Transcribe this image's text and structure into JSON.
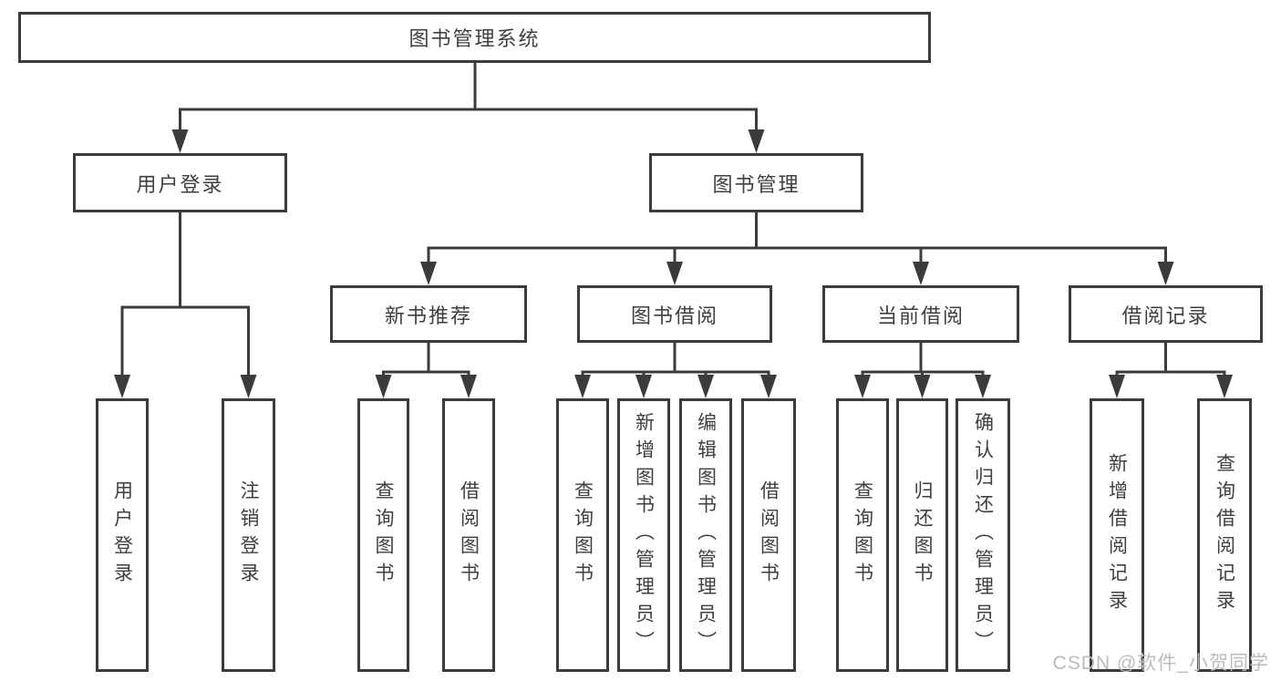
{
  "diagram": {
    "type": "tree",
    "root": {
      "label": "图书管理系统"
    },
    "level2": [
      {
        "label": "用户登录"
      },
      {
        "label": "图书管理"
      }
    ],
    "level3": [
      {
        "label": "新书推荐"
      },
      {
        "label": "图书借阅"
      },
      {
        "label": "当前借阅"
      },
      {
        "label": "借阅记录"
      }
    ],
    "leaves": {
      "user_login": [
        {
          "label": "用户登录"
        },
        {
          "label": "注销登录"
        }
      ],
      "new_book": [
        {
          "label": "查询图书"
        },
        {
          "label": "借阅图书"
        }
      ],
      "book_borrow": [
        {
          "label": "查询图书"
        },
        {
          "label": "新增图书（管理员）"
        },
        {
          "label": "编辑图书（管理员）"
        },
        {
          "label": "借阅图书"
        }
      ],
      "current_borrow": [
        {
          "label": "查询图书"
        },
        {
          "label": "归还图书"
        },
        {
          "label": "确认归还（管理员）"
        }
      ],
      "borrow_record": [
        {
          "label": "新增借阅记录"
        },
        {
          "label": "查询借阅记录"
        }
      ]
    }
  },
  "watermark": {
    "text": "CSDN @软件_小贺同学"
  },
  "colors": {
    "line": "#3b3b3b",
    "text": "#3f3f3f",
    "background": "#ffffff",
    "watermark": "#bcbcbc"
  }
}
